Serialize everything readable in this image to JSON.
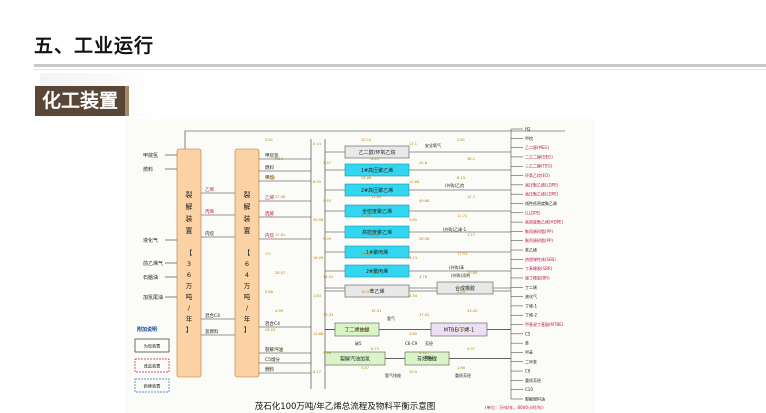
{
  "header": {
    "title": "五、工业运行",
    "badge": "化工装置"
  },
  "diagram": {
    "caption": "茂石化100万吨/年乙烯总流程及物料平衡示意图",
    "caption_unit": "(单位：万吨/年，8000小时/年)",
    "crackers": [
      {
        "label": "裂解装置",
        "capacity": "【36万吨/年】"
      },
      {
        "label": "裂解装置",
        "capacity": "【64万吨/年】"
      }
    ],
    "left_side": {
      "inputs": [
        "甲烷氢",
        "燃料",
        "液化气",
        "前乙烯气",
        "石脑油",
        "加氢尾油"
      ],
      "mid_streams": [
        "乙烯",
        "丙烯",
        "内烷",
        "混合C4",
        "氢燃料"
      ],
      "right_side_inputs": [
        "甲烷氢",
        "燃料",
        "甲烷",
        "乙烯",
        "丙烯",
        "内烷",
        "混合C4",
        "裂解汽油",
        "C5馏分",
        "燃料"
      ],
      "legend_title": "附加说明",
      "legend_items": [
        "为现装置",
        "改造装置",
        "新建装置"
      ]
    },
    "units": [
      {
        "label": "乙二醇/环氧乙烷",
        "color": "#e9e9e9"
      },
      {
        "label": "1#高压聚乙烯",
        "color": "#33d6f0"
      },
      {
        "label": "2#高压聚乙烯",
        "color": "#33d6f0"
      },
      {
        "label": "全密度聚乙烯",
        "color": "#33d6f0"
      },
      {
        "label": "高密度聚乙烯",
        "color": "#33d6f0"
      },
      {
        "label": "1#聚丙烯",
        "color": "#33d6f0"
      },
      {
        "label": "2#聚丙烯",
        "color": "#33d6f0"
      },
      {
        "label": "苯乙烯",
        "color": "#e8e8e8"
      },
      {
        "label": "合成橡胶",
        "color": "#e8e8e8"
      },
      {
        "label": "丁二烯抽提",
        "color": "#d9f5c8"
      },
      {
        "label": "MTBE/丁烯-1",
        "color": "#ece0f4"
      },
      {
        "label": "裂解汽油加氢",
        "color": "#d9f5c8"
      },
      {
        "label": "芳烃抽提",
        "color": "#d9f5c8"
      }
    ],
    "flow_labels": [
      "安全氧气",
      "(外购)乙烷",
      "(外购)乙烯-1",
      "(外购)苯",
      "(外购)添剂",
      "氢气",
      "C6-C9",
      "碳5",
      "芳烃",
      "燃料",
      "氢气排放",
      "重质芳烃"
    ],
    "products": [
      "H2",
      "甲烷",
      "乙二醇(MEG)",
      "二乙二醇(DEG)",
      "三乙二醇(TEG)",
      "环氧乙烷(EO)",
      "高压聚乙烯(LDPE)",
      "高压聚乙烯(LDPE)",
      "线性低密度聚乙烯",
      "(LLDPE)",
      "高密度聚乙烯(HDPE)",
      "聚丙烯树脂(PP)",
      "聚丙烯树脂(PP)",
      "苯乙烯",
      "热塑弹性体(SBS)",
      "丁苯橡胶(SBR)",
      "顺丁橡胶(BR)",
      "丁二烯",
      "液化气",
      "丁烯-1",
      "丁烯-2",
      "甲基叔丁基醚(MTBE)",
      "C5",
      "苯",
      "甲苯",
      "二甲苯",
      "C9",
      "重质芳烃",
      "C10",
      "裂解燃料油"
    ],
    "value_labels": [
      "5.81",
      "0.14",
      "10.12",
      "13.1",
      "2.81",
      "4.54",
      "1.37",
      "4.41",
      "20.6",
      "36.2",
      "23.33",
      "8.55",
      "28.66",
      "12.64",
      "6.13",
      "27.48",
      "9.65",
      "11.89",
      "49.66",
      "12.7",
      "7.92",
      "39.56",
      "71.96",
      "5.85",
      "11.72",
      "17.61",
      "9.09",
      "8.68",
      "26.98",
      "1.27",
      "7.0",
      "16.09",
      "21.43",
      "6.13",
      "17.51",
      "28.07",
      "14.01",
      "25.8",
      "3.78",
      "10.89",
      "5.88",
      "1.83",
      "10.47",
      "4.34",
      "2.04",
      "4.96",
      "13.33",
      "15.31",
      "37.02",
      "43.45",
      "28.03",
      "13.86",
      "2.04",
      "3.85",
      "8.54",
      "21.5",
      "9.98",
      "6.75",
      "0.32",
      "4.97",
      "7.13",
      "6.17",
      "5.87",
      "19.9",
      "1.66"
    ]
  }
}
